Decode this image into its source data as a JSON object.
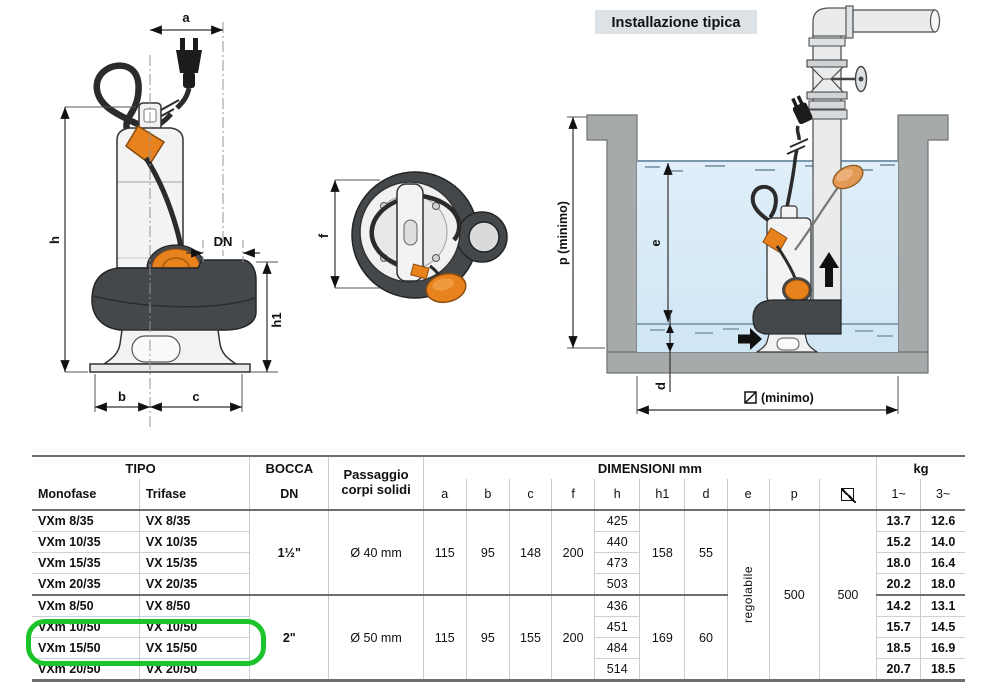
{
  "diagrams": {
    "front_view": {
      "labels": {
        "a": "a",
        "h": "h",
        "dn": "DN",
        "h1": "h1",
        "b": "b",
        "c": "c"
      }
    },
    "top_view": {
      "labels": {
        "f": "f"
      }
    },
    "installation": {
      "title": "Installazione tipica",
      "labels": {
        "p": "p  (minimo)",
        "e": "e",
        "d": "d",
        "square_min": "(minimo)"
      }
    }
  },
  "table": {
    "header": {
      "tipo": "TIPO",
      "monofase": "Monofase",
      "trifase": "Trifase",
      "bocca": "BOCCA",
      "dn": "DN",
      "passaggio_line1": "Passaggio",
      "passaggio_line2": "corpi solidi",
      "dimensioni": "DIMENSIONI mm",
      "dim_cols": [
        "a",
        "b",
        "c",
        "f",
        "h",
        "h1",
        "d",
        "e",
        "p"
      ],
      "square_symbol": "square-diagonal",
      "kg": "kg",
      "kg_cols": [
        "1~",
        "3~"
      ]
    },
    "shared": {
      "e": "regolabile",
      "p": "500",
      "square": "500"
    },
    "groups": [
      {
        "bocca_dn": "1½\"",
        "passaggio": "Ø 40 mm",
        "a": "115",
        "b": "95",
        "c": "148",
        "f": "200",
        "h1": "158",
        "d": "55",
        "rows": [
          {
            "monofase": "VXm 8/35",
            "trifase": "VX 8/35",
            "h": "425",
            "kg1": "13.7",
            "kg3": "12.6"
          },
          {
            "monofase": "VXm 10/35",
            "trifase": "VX 10/35",
            "h": "440",
            "kg1": "15.2",
            "kg3": "14.0"
          },
          {
            "monofase": "VXm 15/35",
            "trifase": "VX 15/35",
            "h": "473",
            "kg1": "18.0",
            "kg3": "16.4"
          },
          {
            "monofase": "VXm 20/35",
            "trifase": "VX 20/35",
            "h": "503",
            "kg1": "20.2",
            "kg3": "18.0"
          }
        ]
      },
      {
        "bocca_dn": "2\"",
        "passaggio": "Ø 50 mm",
        "a": "115",
        "b": "95",
        "c": "155",
        "f": "200",
        "h1": "169",
        "d": "60",
        "rows": [
          {
            "monofase": "VXm 8/50",
            "trifase": "VX 8/50",
            "h": "436",
            "kg1": "14.2",
            "kg3": "13.1"
          },
          {
            "monofase": "VXm 10/50",
            "trifase": "VX 10/50",
            "h": "451",
            "kg1": "15.7",
            "kg3": "14.5"
          },
          {
            "monofase": "VXm 15/50",
            "trifase": "VX 15/50",
            "h": "484",
            "kg1": "18.5",
            "kg3": "16.9",
            "highlighted": true
          },
          {
            "monofase": "VXm 20/50",
            "trifase": "VX 20/50",
            "h": "514",
            "kg1": "20.7",
            "kg3": "18.5"
          }
        ]
      }
    ]
  },
  "highlight": {
    "row": "VXm 15/50",
    "color": "#1cc32b"
  },
  "colors": {
    "accent_orange": "#e8821d",
    "pump_dark_gray": "#45484b",
    "water_blue": "#d8ebf8",
    "wall_gray": "#a7aaab",
    "rule_dark": "#6b6f73",
    "rule_light": "#c8ccd0",
    "title_box_bg": "#dde2e7",
    "highlight_green": "#1cc32b"
  }
}
